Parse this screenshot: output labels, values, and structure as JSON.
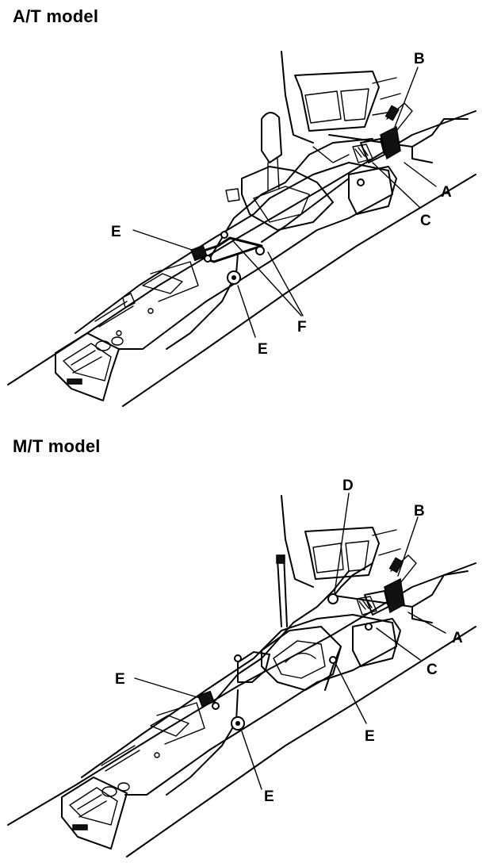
{
  "diagrams": [
    {
      "title": "A/T model",
      "callouts": {
        "a": "A",
        "b": "B",
        "c": "C",
        "e1": "E",
        "e2": "E",
        "f": "F"
      }
    },
    {
      "title": "M/T model",
      "callouts": {
        "a": "A",
        "b": "B",
        "c": "C",
        "d": "D",
        "e1": "E",
        "e2": "E",
        "e3": "E"
      }
    }
  ]
}
